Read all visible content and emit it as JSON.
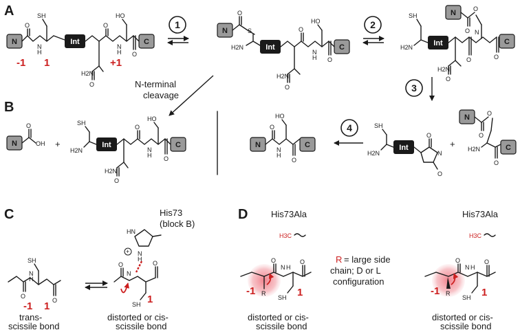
{
  "panels": {
    "A": "A",
    "B": "B",
    "C": "C",
    "D": "D"
  },
  "steps": {
    "s1": "1",
    "s2": "2",
    "s3": "3",
    "s4": "4"
  },
  "boxes": {
    "n": "N",
    "c": "C",
    "int": "Int"
  },
  "atoms": {
    "sh": "SH",
    "s": "S",
    "oh": "HO",
    "h2n": "H2N",
    "nh": "N",
    "h": "H",
    "o": "O",
    "oh_acid": "OH"
  },
  "positions": {
    "m1": "-1",
    "p1": "1",
    "plus1": "+1"
  },
  "plus": "+",
  "cleavage": {
    "line1": "N-terminal",
    "line2": "cleavage"
  },
  "his73": {
    "line1": "His73",
    "line2": "(block B)",
    "hn": "HN",
    "nh": "N",
    "h": "H",
    "charge": "+"
  },
  "captions": {
    "trans_1": "trans-",
    "trans_2": "scissile bond",
    "dist_1": "distorted or cis-",
    "dist_2": "scissile bond"
  },
  "his73ala": "His73Ala",
  "h3c": "H3C",
  "r_note": {
    "r": "R",
    "line1": "= large side",
    "line2": "chain; D or L",
    "line3": "configuration"
  },
  "colors": {
    "red": "#cc1f1f",
    "box": "#9a9a9a",
    "pink": "#f4a9b0"
  }
}
